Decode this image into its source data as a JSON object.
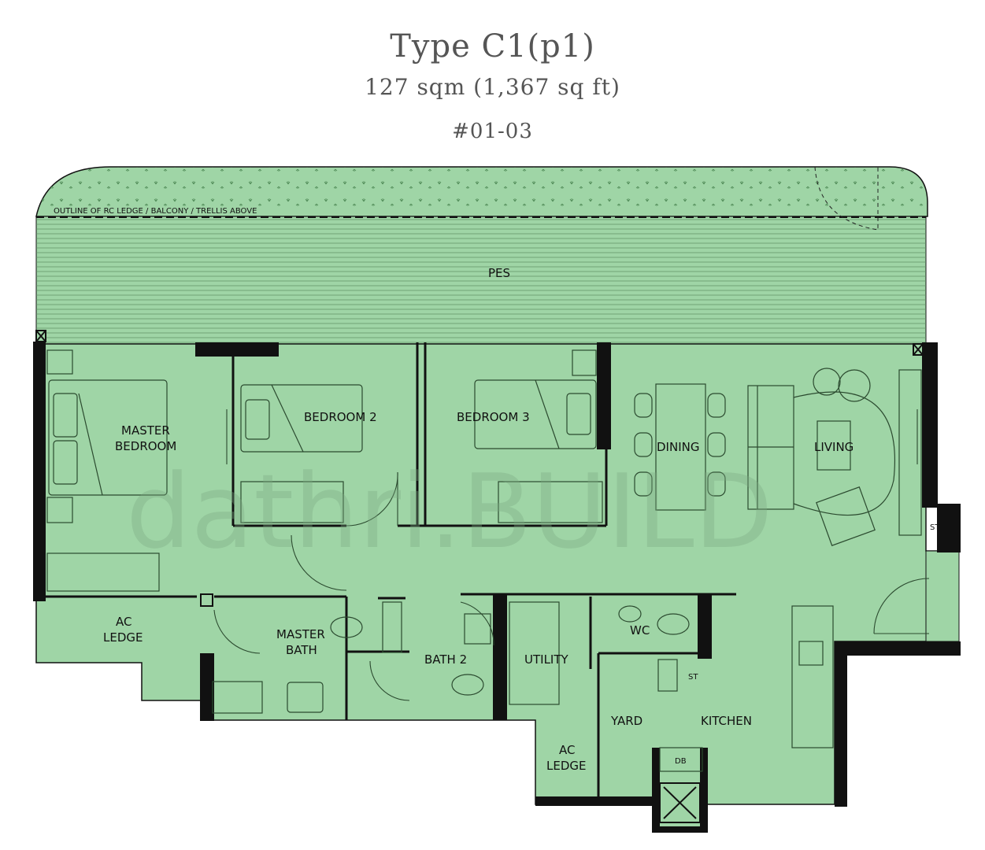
{
  "header": {
    "title": "Type C1(p1)",
    "area": "127 sqm (1,367 sq ft)",
    "unit_number": "#01-03"
  },
  "rooms": {
    "pes": "PES",
    "outline_note": "OUTLINE OF RC LEDGE / BALCONY / TRELLIS ABOVE",
    "master_bedroom": [
      "MASTER",
      "BEDROOM"
    ],
    "bedroom2": "BEDROOM 2",
    "bedroom3": "BEDROOM 3",
    "dining": "DINING",
    "living": "LIVING",
    "ac_ledge_left": [
      "AC",
      "LEDGE"
    ],
    "master_bath": [
      "MASTER",
      "BATH"
    ],
    "bath2": "BATH 2",
    "utility": "UTILITY",
    "wc": "WC",
    "yard": "YARD",
    "kitchen": "KITCHEN",
    "ac_ledge_bottom": [
      "AC",
      "LEDGE"
    ],
    "st_right": "ST",
    "st_kitchen": "ST",
    "db": "DB"
  },
  "watermark": "dathri.BUILD",
  "colors": {
    "floor": "#9fd5a6",
    "wall": "#111111",
    "text": "#555555"
  }
}
